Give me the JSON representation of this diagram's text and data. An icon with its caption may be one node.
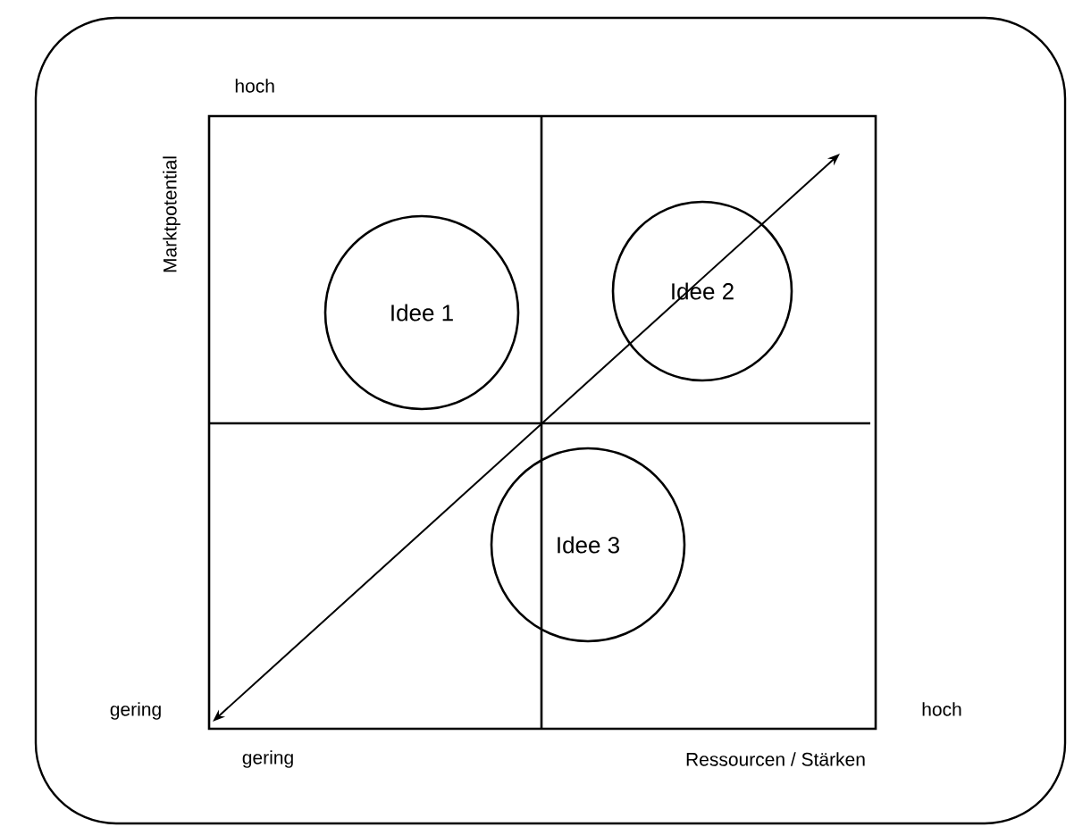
{
  "diagram": {
    "nodes": [
      {
        "text": [
          "Idee 1"
        ]
      },
      {
        "text": [
          "Idee 2"
        ]
      },
      {
        "text": [
          "Idee 3"
        ]
      }
    ],
    "labels": [
      "hoch",
      "Marktpotential",
      "gering",
      "hoch",
      "gering",
      "Ressourcen / Stärken"
    ]
  }
}
